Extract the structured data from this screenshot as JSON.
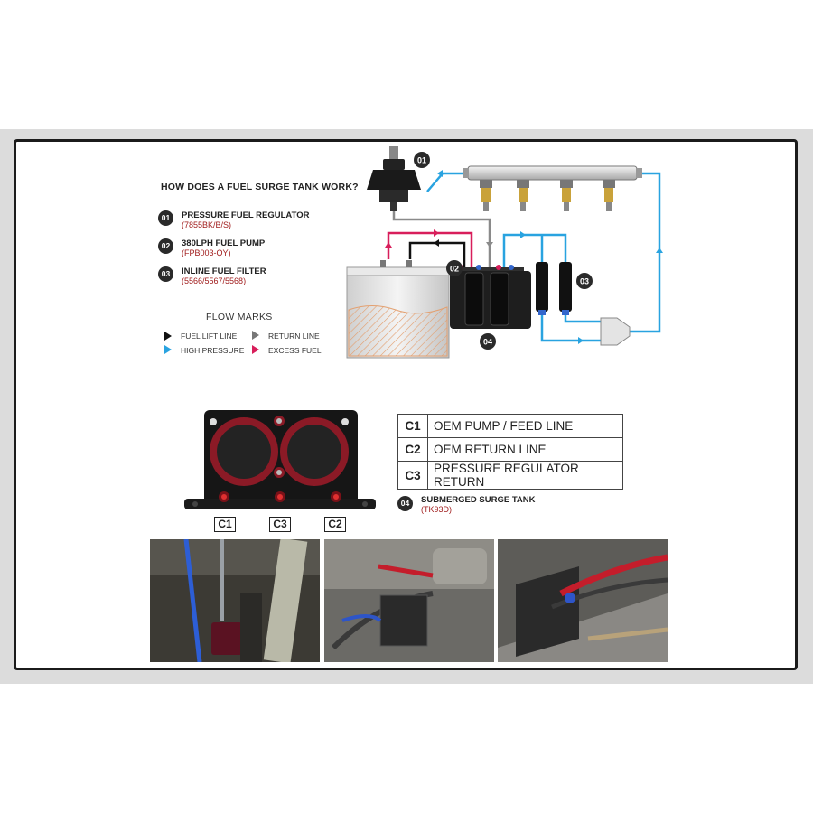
{
  "diagram": {
    "title": "HOW DOES A FUEL SURGE TANK WORK?",
    "components": [
      {
        "num": "01",
        "name": "PRESSURE FUEL REGULATOR",
        "code": "(7855BK/B/S)"
      },
      {
        "num": "02",
        "name": "380LPH FUEL PUMP",
        "code": "(FPB003-QY)"
      },
      {
        "num": "03",
        "name": "INLINE FUEL FILTER",
        "code": "(5566/5567/5568)"
      }
    ],
    "callouts": [
      "01",
      "02",
      "03",
      "04"
    ],
    "flow_marks": {
      "title": "FLOW MARKS",
      "items": [
        {
          "label": "FUEL LIFT LINE",
          "color": "#111111"
        },
        {
          "label": "RETURN LINE",
          "color": "#777777"
        },
        {
          "label": "HIGH PRESSURE",
          "color": "#29a3e0"
        },
        {
          "label": "EXCESS FUEL",
          "color": "#d81e5b"
        }
      ]
    },
    "colors": {
      "lift": "#111111",
      "return": "#8a8a8a",
      "high_pressure": "#29a3e0",
      "excess": "#d81e5b",
      "accent_red": "#a01c1c"
    }
  },
  "connections": {
    "rows": [
      {
        "id": "C1",
        "name": "OEM PUMP / FEED LINE"
      },
      {
        "id": "C2",
        "name": "OEM RETURN LINE"
      },
      {
        "id": "C3",
        "name": "PRESSURE REGULATOR RETURN"
      }
    ],
    "tank_ports": [
      "C1",
      "C3",
      "C2"
    ],
    "surge_tank": {
      "num": "04",
      "name": "SUBMERGED SURGE TANK",
      "code": "(TK93D)"
    }
  },
  "photos": [
    "installed-surge-tank-under-car",
    "surge-tank-in-engine-bay",
    "fuel-lines-with-fittings"
  ]
}
